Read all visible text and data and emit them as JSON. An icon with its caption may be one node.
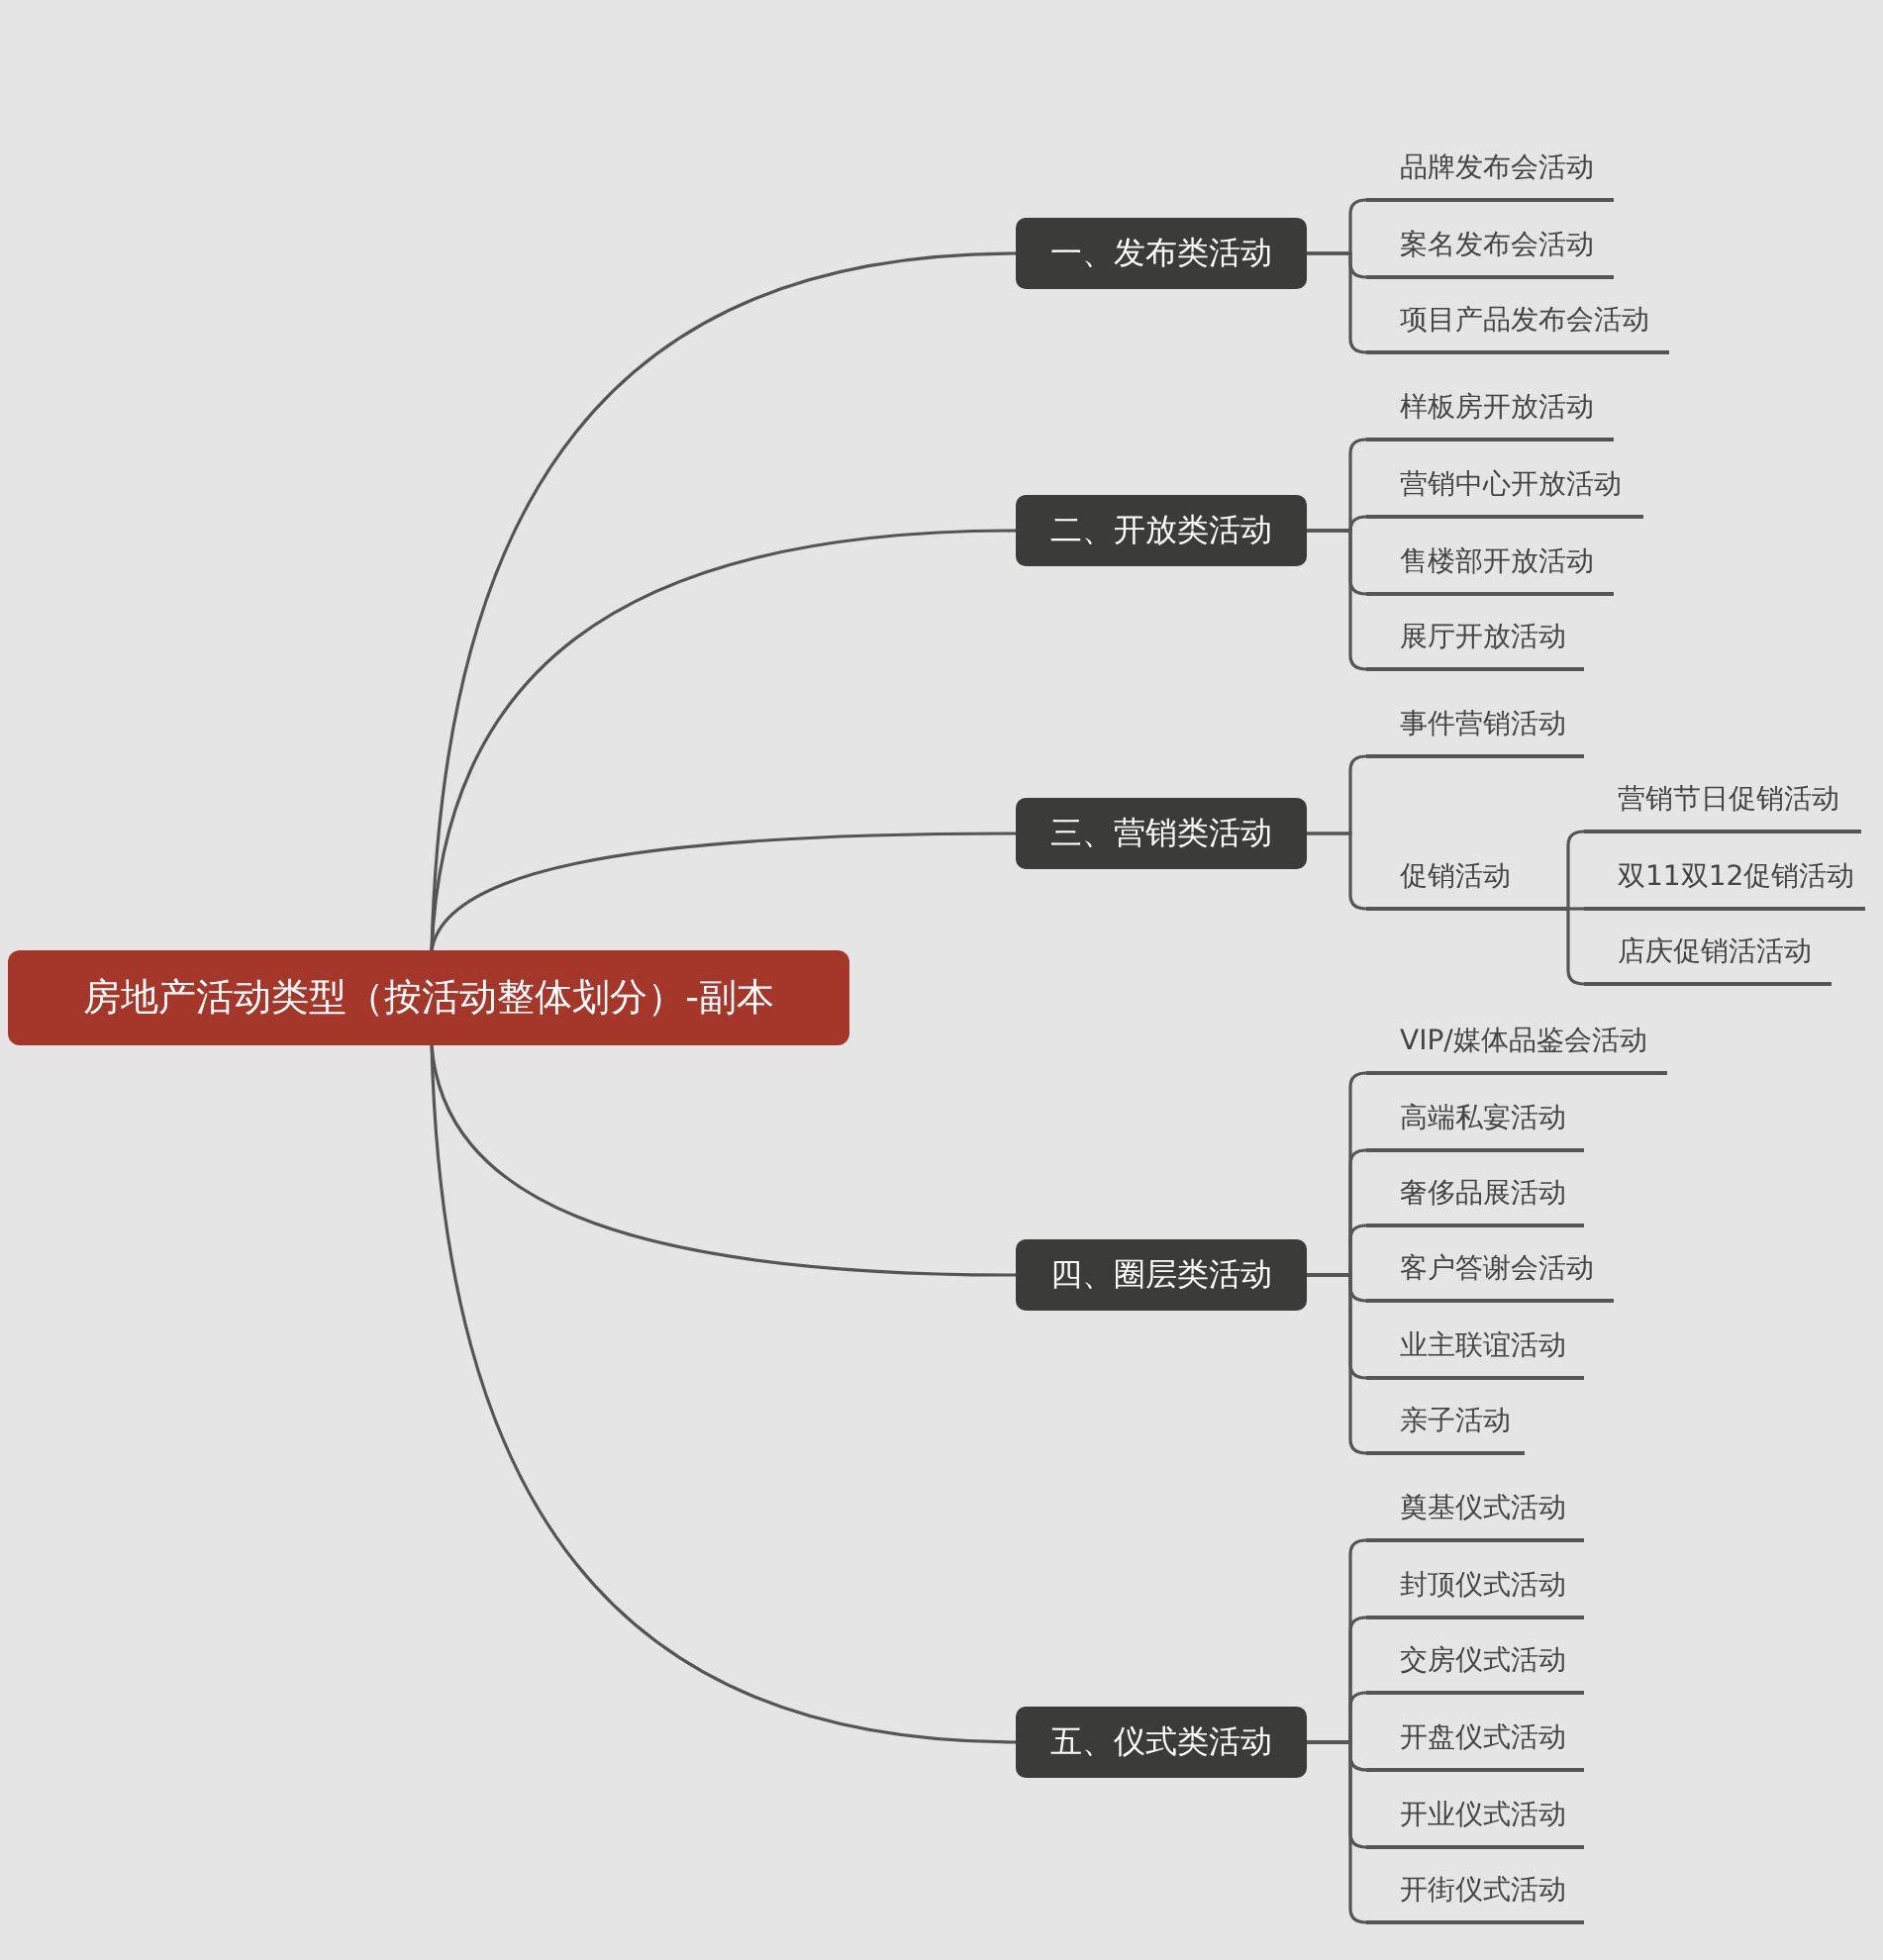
{
  "diagram": {
    "nodes": [
      {
        "text": [
          "房地产活动类型（按活动整体划分）-副本"
        ]
      },
      {
        "text": [
          "一、发布类活动"
        ]
      },
      {
        "text": [
          "品牌发布会活动"
        ]
      },
      {
        "text": [
          "案名发布会活动"
        ]
      },
      {
        "text": [
          "项目产品发布会活动"
        ]
      },
      {
        "text": [
          "二、开放类活动"
        ]
      },
      {
        "text": [
          "样板房开放活动"
        ]
      },
      {
        "text": [
          "营销中心开放活动"
        ]
      },
      {
        "text": [
          "售楼部开放活动"
        ]
      },
      {
        "text": [
          "展厅开放活动"
        ]
      },
      {
        "text": [
          "三、营销类活动"
        ]
      },
      {
        "text": [
          "事件营销活动"
        ]
      },
      {
        "text": [
          "促销活动"
        ]
      },
      {
        "text": [
          "营销节日促销活动"
        ]
      },
      {
        "text": [
          "双11双12促销活动"
        ]
      },
      {
        "text": [
          "店庆促销活活动"
        ]
      },
      {
        "text": [
          "四、圈层类活动"
        ]
      },
      {
        "text": [
          "VIP/媒体品鉴会活动"
        ]
      },
      {
        "text": [
          "高端私宴活动"
        ]
      },
      {
        "text": [
          "奢侈品展活动"
        ]
      },
      {
        "text": [
          "客户答谢会活动"
        ]
      },
      {
        "text": [
          "业主联谊活动"
        ]
      },
      {
        "text": [
          "亲子活动"
        ]
      },
      {
        "text": [
          "五、仪式类活动"
        ]
      },
      {
        "text": [
          "奠基仪式活动"
        ]
      },
      {
        "text": [
          "封顶仪式活动"
        ]
      },
      {
        "text": [
          "交房仪式活动"
        ]
      },
      {
        "text": [
          "开盘仪式活动"
        ]
      },
      {
        "text": [
          "开业仪式活动"
        ]
      },
      {
        "text": [
          "开街仪式活动"
        ]
      }
    ],
    "edges": [
      {
        "from": 0,
        "to": 1,
        "arrow": "none"
      },
      {
        "from": 0,
        "to": 5,
        "arrow": "none"
      },
      {
        "from": 0,
        "to": 10,
        "arrow": "none"
      },
      {
        "from": 0,
        "to": 16,
        "arrow": "none"
      },
      {
        "from": 0,
        "to": 23,
        "arrow": "none"
      },
      {
        "from": 1,
        "to": 2,
        "arrow": "none"
      },
      {
        "from": 1,
        "to": 3,
        "arrow": "none"
      },
      {
        "from": 1,
        "to": 4,
        "arrow": "none"
      },
      {
        "from": 5,
        "to": 6,
        "arrow": "none"
      },
      {
        "from": 5,
        "to": 7,
        "arrow": "none"
      },
      {
        "from": 5,
        "to": 8,
        "arrow": "none"
      },
      {
        "from": 5,
        "to": 9,
        "arrow": "none"
      },
      {
        "from": 10,
        "to": 11,
        "arrow": "none"
      },
      {
        "from": 10,
        "to": 12,
        "arrow": "none"
      },
      {
        "from": 12,
        "to": 13,
        "arrow": "none"
      },
      {
        "from": 12,
        "to": 14,
        "arrow": "none"
      },
      {
        "from": 12,
        "to": 15,
        "arrow": "none"
      },
      {
        "from": 16,
        "to": 17,
        "arrow": "none"
      },
      {
        "from": 16,
        "to": 18,
        "arrow": "none"
      },
      {
        "from": 16,
        "to": 19,
        "arrow": "none"
      },
      {
        "from": 16,
        "to": 20,
        "arrow": "none"
      },
      {
        "from": 16,
        "to": 21,
        "arrow": "none"
      },
      {
        "from": 16,
        "to": 22,
        "arrow": "none"
      },
      {
        "from": 23,
        "to": 24,
        "arrow": "none"
      },
      {
        "from": 23,
        "to": 25,
        "arrow": "none"
      },
      {
        "from": 23,
        "to": 26,
        "arrow": "none"
      },
      {
        "from": 23,
        "to": 27,
        "arrow": "none"
      },
      {
        "from": 23,
        "to": 28,
        "arrow": "none"
      },
      {
        "from": 23,
        "to": 29,
        "arrow": "none"
      }
    ]
  }
}
